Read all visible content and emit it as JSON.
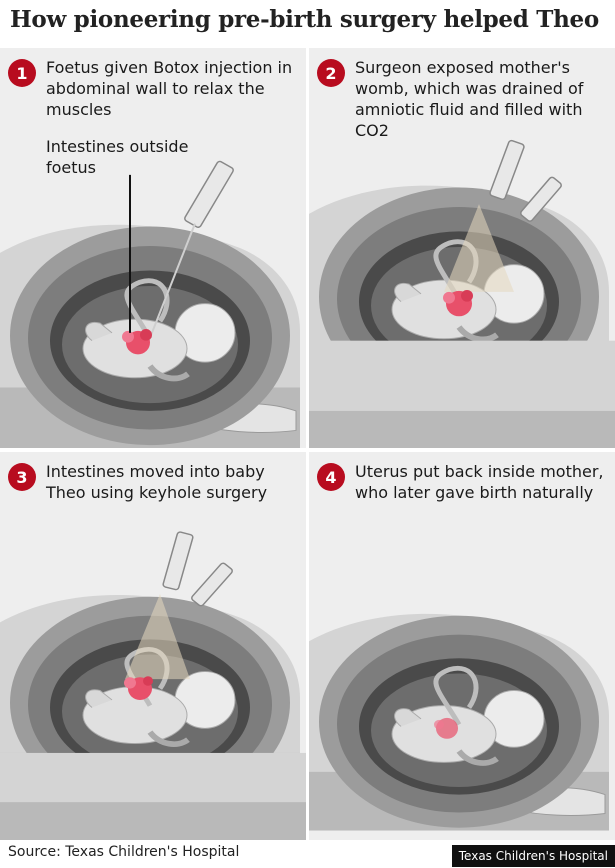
{
  "title": "How pioneering pre-birth surgery helped Theo",
  "panels": [
    {
      "number": "1",
      "text": "Foetus given Botox injection in abdominal wall to relax the muscles"
    },
    {
      "number": "2",
      "text": "Surgeon exposed mother's womb, which was drained of amniotic fluid and filled with CO2"
    },
    {
      "number": "3",
      "text": "Intestines moved into baby Theo using keyhole surgery"
    },
    {
      "number": "4",
      "text": "Uterus put back inside mother, who later gave birth naturally"
    }
  ],
  "callout": "Intestines outside foetus",
  "source": "Source: Texas Children's Hospital",
  "credit": "Texas Children's Hospital",
  "colors": {
    "accent": "#b80c1f",
    "intestine": "#e8506a"
  }
}
